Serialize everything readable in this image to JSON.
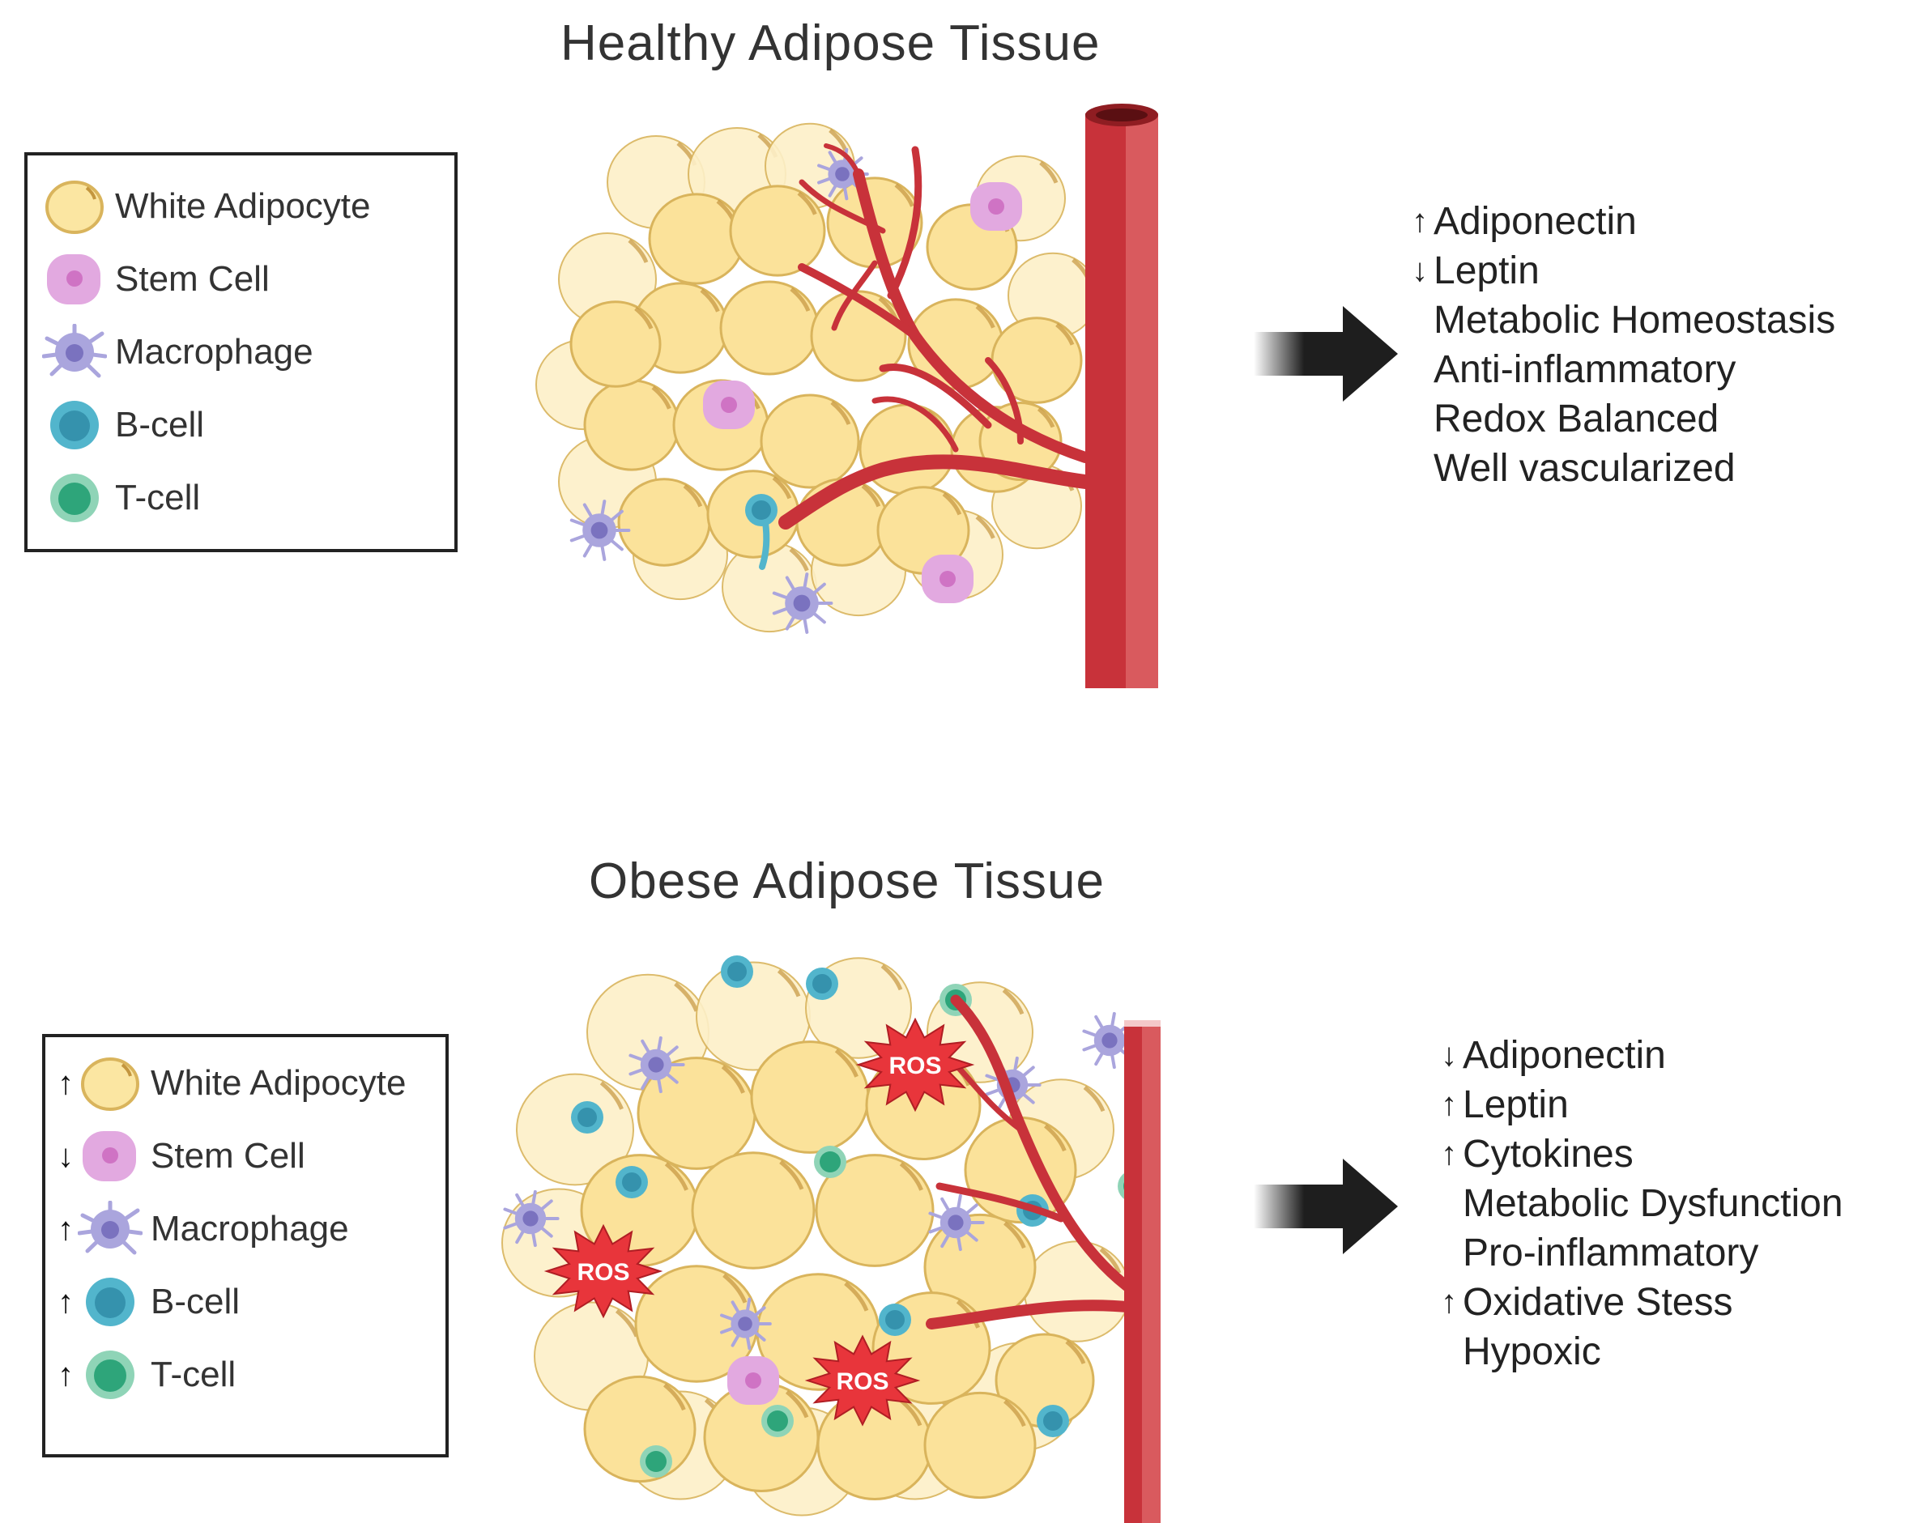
{
  "healthy": {
    "title": "Healthy Adipose Tissue",
    "legend": [
      {
        "marker": "",
        "label": "White Adipocyte",
        "icon": "white-adipocyte-icon"
      },
      {
        "marker": "",
        "label": "Stem Cell",
        "icon": "stem-cell-icon"
      },
      {
        "marker": "",
        "label": "Macrophage",
        "icon": "macrophage-icon"
      },
      {
        "marker": "",
        "label": "B-cell",
        "icon": "b-cell-icon"
      },
      {
        "marker": "",
        "label": "T-cell",
        "icon": "t-cell-icon"
      }
    ],
    "effects": [
      {
        "dir": "↑",
        "text": "Adiponectin"
      },
      {
        "dir": "↓",
        "text": "Leptin"
      },
      {
        "dir": "",
        "text": "Metabolic Homeostasis"
      },
      {
        "dir": "",
        "text": "Anti-inflammatory"
      },
      {
        "dir": "",
        "text": "Redox Balanced"
      },
      {
        "dir": "",
        "text": "Well vascularized"
      }
    ]
  },
  "obese": {
    "title": "Obese Adipose Tissue",
    "legend": [
      {
        "marker": "↑",
        "label": "White Adipocyte",
        "icon": "white-adipocyte-icon"
      },
      {
        "marker": "↓",
        "label": "Stem Cell",
        "icon": "stem-cell-icon"
      },
      {
        "marker": "↑",
        "label": "Macrophage",
        "icon": "macrophage-icon"
      },
      {
        "marker": "↑",
        "label": "B-cell",
        "icon": "b-cell-icon"
      },
      {
        "marker": "↑",
        "label": "T-cell",
        "icon": "t-cell-icon"
      }
    ],
    "ros_label": "ROS",
    "effects": [
      {
        "dir": "↓",
        "text": "Adiponectin"
      },
      {
        "dir": "↑",
        "text": "Leptin"
      },
      {
        "dir": "↑",
        "text": "Cytokines"
      },
      {
        "dir": "",
        "text": "Metabolic Dysfunction"
      },
      {
        "dir": "",
        "text": "Pro-inflammatory"
      },
      {
        "dir": "↑",
        "text": "Oxidative Stess"
      },
      {
        "dir": "",
        "text": "Hypoxic"
      }
    ]
  },
  "colors": {
    "adipocyte_fill": "#fbe6a2",
    "adipocyte_stroke": "#d9b45c",
    "stem_cell": "#e2a9e0",
    "macrophage": "#aaa5dd",
    "b_cell": "#52b5cc",
    "t_cell": "#57c29a",
    "vessel": "#c8323a",
    "ros": "#e8353b",
    "arrow": "#1e1e1e"
  }
}
